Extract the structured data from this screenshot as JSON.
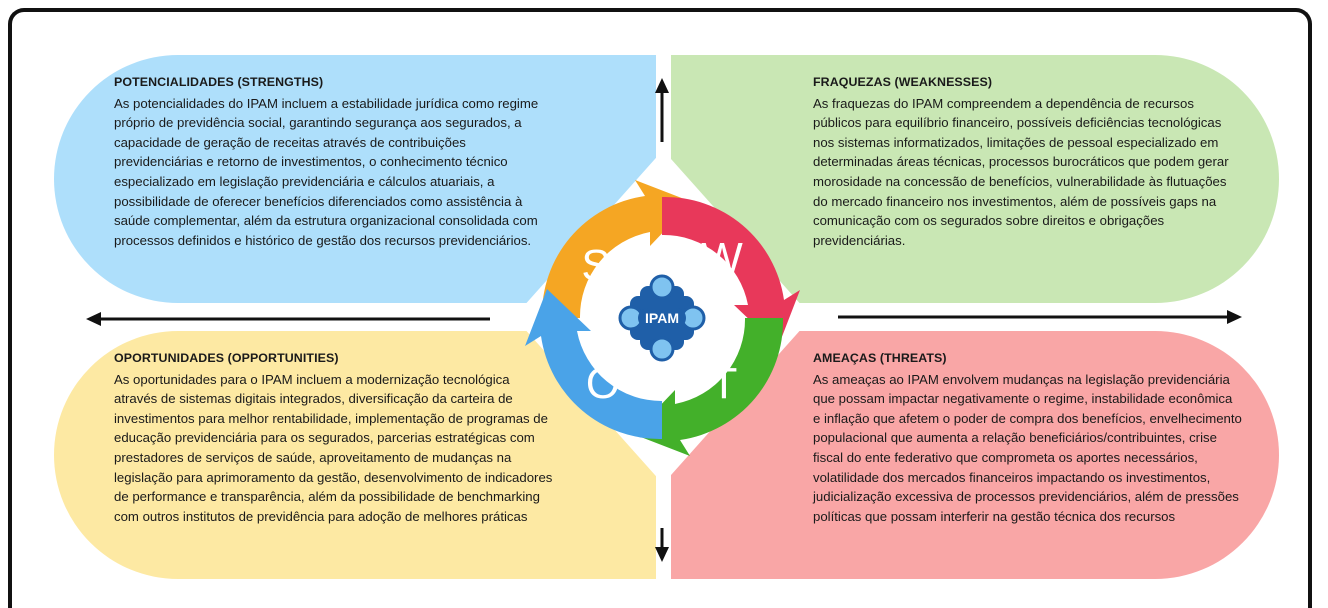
{
  "strengths": {
    "title": "POTENCIALIDADES (STRENGTHS)",
    "text": "As potencialidades do IPAM incluem a estabilidade jurídica como regime próprio de previdência social, garantindo segurança aos segurados, a capacidade de geração de receitas através de contribuições previdenciárias e retorno de investimentos, o conhecimento técnico especializado em legislação previdenciária e cálculos atuariais, a possibilidade de oferecer benefícios diferenciados como assistência à saúde complementar, além da estrutura organizacional consolidada com processos definidos e histórico de gestão dos recursos previdenciários.",
    "color": "#aedffb"
  },
  "weaknesses": {
    "title": "FRAQUEZAS (WEAKNESSES)",
    "text": "As fraquezas do IPAM compreendem a dependência de recursos públicos para equilíbrio financeiro, possíveis deficiências tecnológicas nos sistemas informatizados, limitações de pessoal especializado em determinadas áreas técnicas, processos burocráticos que podem gerar morosidade na concessão de benefícios, vulnerabilidade às flutuações do mercado financeiro nos investimentos, além de possíveis gaps na comunicação com os segurados sobre direitos e obrigações previdenciárias.",
    "color": "#c9e7b4"
  },
  "opportunities": {
    "title": "OPORTUNIDADES (OPPORTUNITIES)",
    "text": "As oportunidades para o IPAM incluem a modernização tecnológica através de sistemas digitais integrados, diversificação da carteira de investimentos para melhor rentabilidade, implementação de programas de educação previdenciária para os segurados, parcerias estratégicas com prestadores de serviços de saúde, aproveitamento de mudanças na legislação para aprimoramento da gestão, desenvolvimento de indicadores de performance e transparência, além da possibilidade de benchmarking com outros institutos de previdência para adoção de melhores práticas",
    "color": "#fde9a3"
  },
  "threats": {
    "title": "AMEAÇAS (THREATS)",
    "text": "As ameaças ao IPAM envolvem mudanças na legislação previdenciária que possam impactar negativamente o regime, instabilidade econômica e inflação que afetem o poder de compra dos benefícios, envelhecimento populacional que aumenta a relação beneficiários/contribuintes, crise fiscal do ente federativo que comprometa os aportes necessários, volatilidade dos mercados financeiros impactando os investimentos, judicialização excessiva de processos previdenciários, além de pressões políticas que possam interferir na gestão técnica dos recursos",
    "color": "#f9a6a6"
  },
  "swot": {
    "s": "S",
    "w": "W",
    "o": "O",
    "t": "T",
    "logo": "IPAM",
    "colors": {
      "s": "#f5a623",
      "w": "#e8385a",
      "o": "#4aa3e8",
      "t": "#43b02a",
      "logo": "#1f5fa8"
    }
  },
  "icons": {
    "arrows": [
      "arrow-up-icon",
      "arrow-down-icon",
      "arrow-left-icon",
      "arrow-right-icon"
    ],
    "logo": "ipam-logo-icon"
  }
}
